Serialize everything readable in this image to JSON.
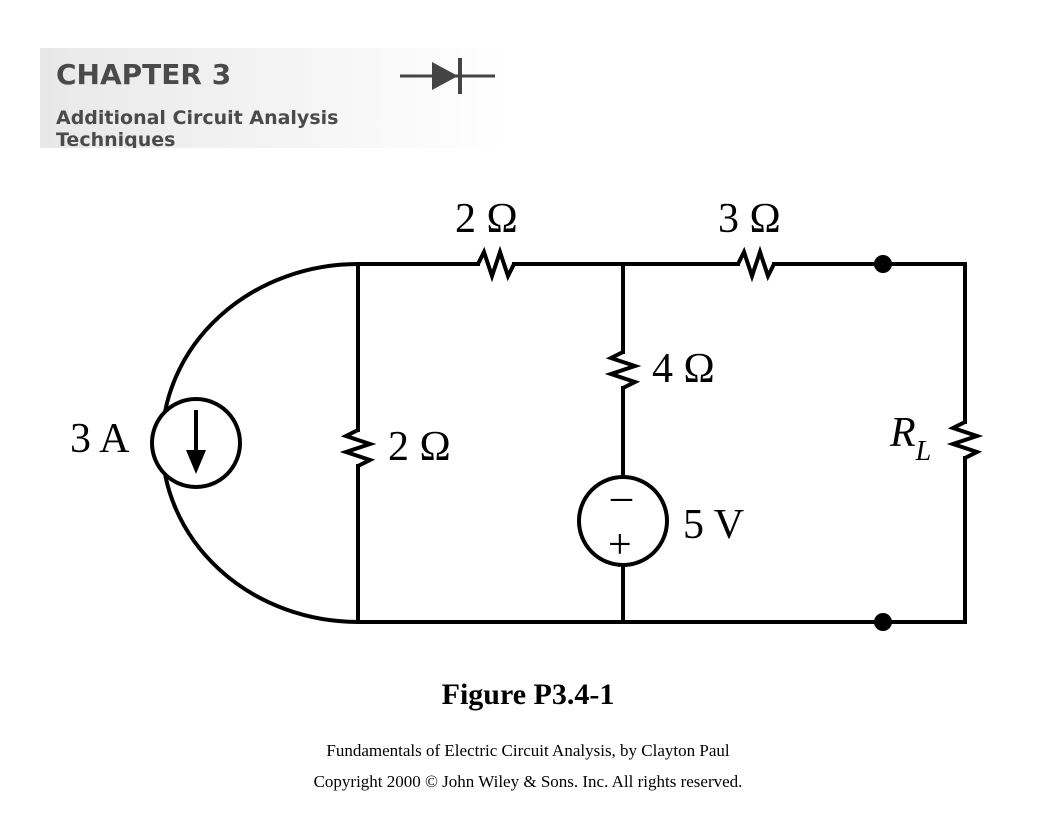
{
  "banner": {
    "chapter": "CHAPTER 3",
    "subtitle_line1": "Additional Circuit Analysis",
    "subtitle_line2": "Techniques",
    "logo_icon": "diode-icon"
  },
  "circuit": {
    "labels": {
      "r_top_left": "2 Ω",
      "r_top_right": "3 Ω",
      "r_middle": "4 Ω",
      "r_left_shunt": "2 Ω",
      "current_source": "3 A",
      "voltage_source": "5 V",
      "voltage_minus": "–",
      "voltage_plus": "+",
      "load_R": "R",
      "load_sub": "L"
    }
  },
  "caption": "Figure P3.4-1",
  "footer": {
    "book": "Fundamentals of Electric Circuit Analysis, by Clayton Paul",
    "copyright": "Copyright 2000 © John Wiley & Sons. Inc. All rights reserved."
  }
}
